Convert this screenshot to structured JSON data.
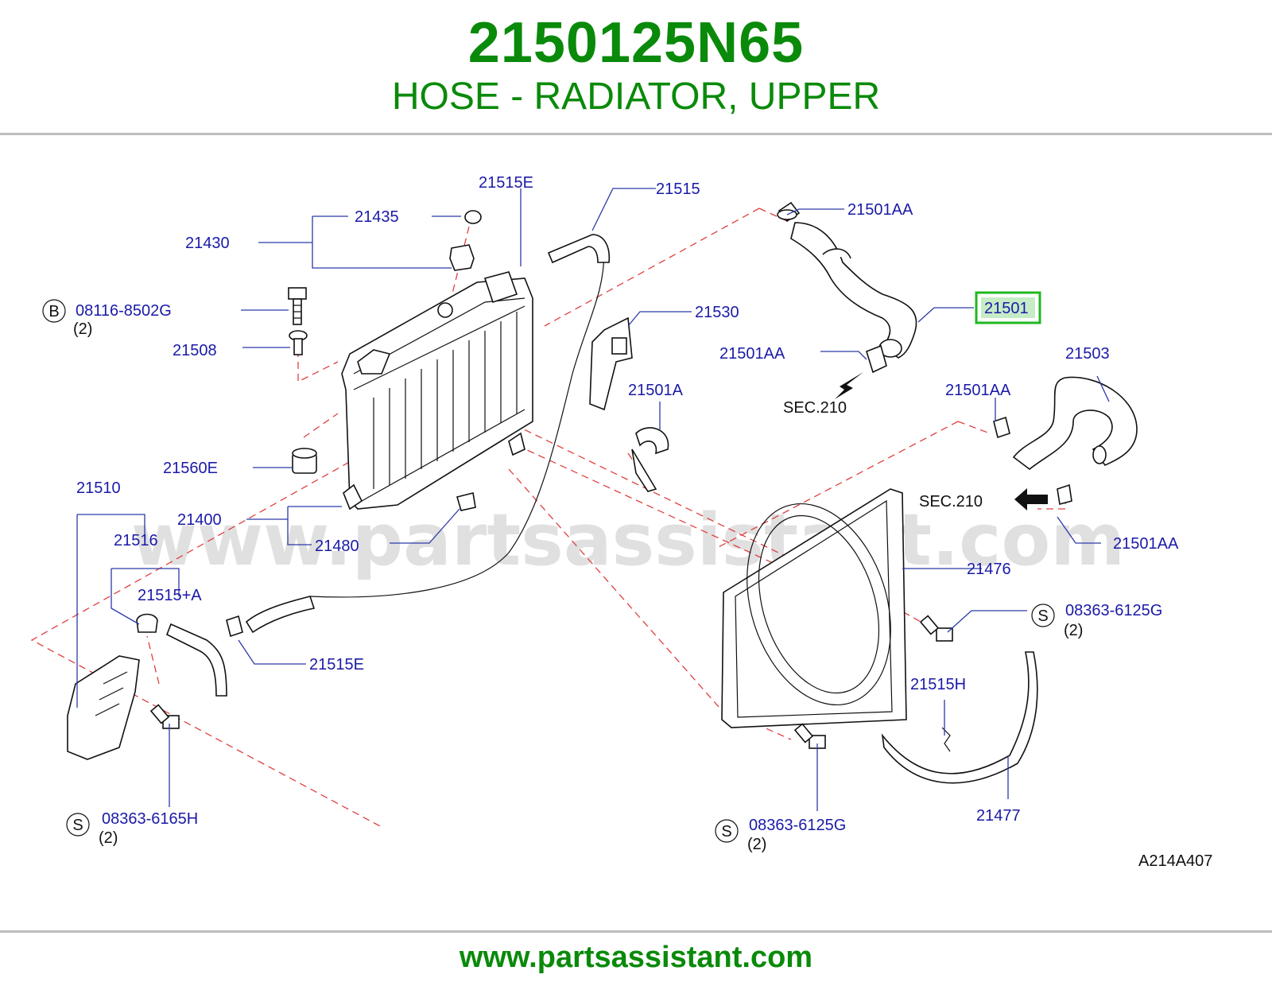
{
  "header": {
    "part_number": "2150125N65",
    "part_name": "HOSE - RADIATOR, UPPER"
  },
  "footer": {
    "url": "www.partsassistant.com"
  },
  "diagram": {
    "watermark": "www.partsassistant.com",
    "figure_code": "A214A407",
    "highlight_color": "#1fb81f",
    "label_color": "#1a1aa8",
    "title_color": "#0a8a0a",
    "labels": {
      "p21515E_top": "21515E",
      "p21515": "21515",
      "p21435": "21435",
      "p21430": "21430",
      "p08116": "08116-8502G",
      "p08116_qty": "(2)",
      "p21508": "21508",
      "p21501AA_1": "21501AA",
      "p21501": "21501",
      "p21530": "21530",
      "p21501AA_2": "21501AA",
      "sec210_1": "SEC.210",
      "p21503": "21503",
      "p21501A": "21501A",
      "p21501AA_3": "21501AA",
      "p21560E": "21560E",
      "p21510": "21510",
      "p21400": "21400",
      "p21516": "21516",
      "p21480": "21480",
      "sec210_2": "SEC.210",
      "p21501AA_4": "21501AA",
      "p21476": "21476",
      "p21515A": "21515+A",
      "p08363_6125G_1": "08363-6125G",
      "p08363_6125G_1_qty": "(2)",
      "p21515E_bottom": "21515E",
      "p21515H": "21515H",
      "p08363_6165H": "08363-6165H",
      "p08363_6165H_qty": "(2)",
      "p08363_6125G_2": "08363-6125G",
      "p08363_6125G_2_qty": "(2)",
      "p21477": "21477",
      "badge_b": "B",
      "badge_s1": "S",
      "badge_s2": "S",
      "badge_s3": "S"
    }
  }
}
